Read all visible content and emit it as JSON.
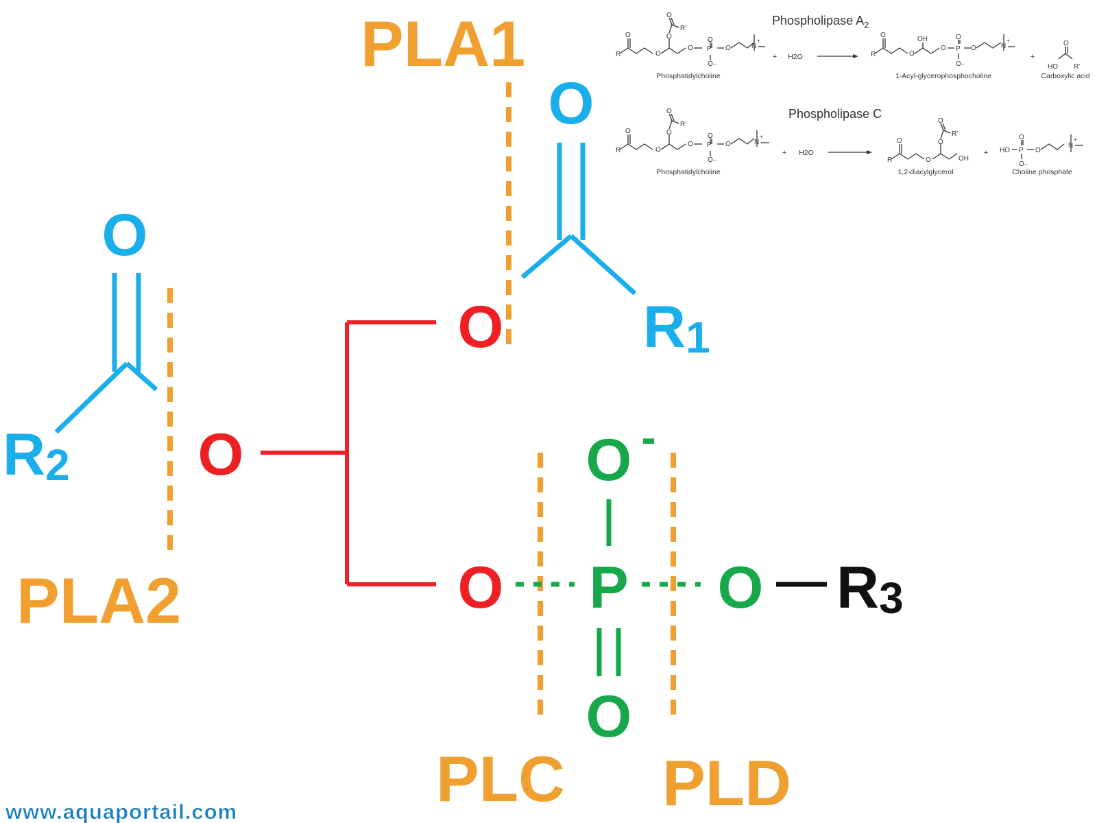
{
  "colors": {
    "orange": "#F0A030",
    "blue": "#1AAEEA",
    "red": "#EE2024",
    "green": "#17A84B",
    "black": "#111111",
    "gray": "#333333",
    "watermark": "#1A7FC0"
  },
  "enzymes": {
    "pla1": "PLA1",
    "pla2": "PLA2",
    "plc": "PLC",
    "pld": "PLD"
  },
  "atoms": {
    "o": "O",
    "p": "P",
    "r": "R",
    "sub1": "1",
    "sub2": "2",
    "sub3": "3",
    "minus": "-"
  },
  "reaction_a2": {
    "title_main": "Phospholipase A",
    "title_sub": "2",
    "reactant": "Phosphatidylcholine",
    "water": "H2O",
    "product1": "1-Acyl-glycerophosphocholine",
    "product2": "Carboxylic acid",
    "plus": "+"
  },
  "reaction_c": {
    "title": "Phospholipase C",
    "reactant": "Phosphatidylcholine",
    "water": "H2O",
    "product1": "1,2-diacylglycerol",
    "product2": "Choline phosphate",
    "plus": "+"
  },
  "struct_labels": {
    "r": "R",
    "rprime": "R'",
    "o": "O",
    "p": "P",
    "n": "N",
    "plus_charge": "+",
    "minus_charge": "−",
    "oh": "OH",
    "ho": "HO",
    "ho_p": "HO"
  },
  "watermark": "www.aquaportail.com"
}
